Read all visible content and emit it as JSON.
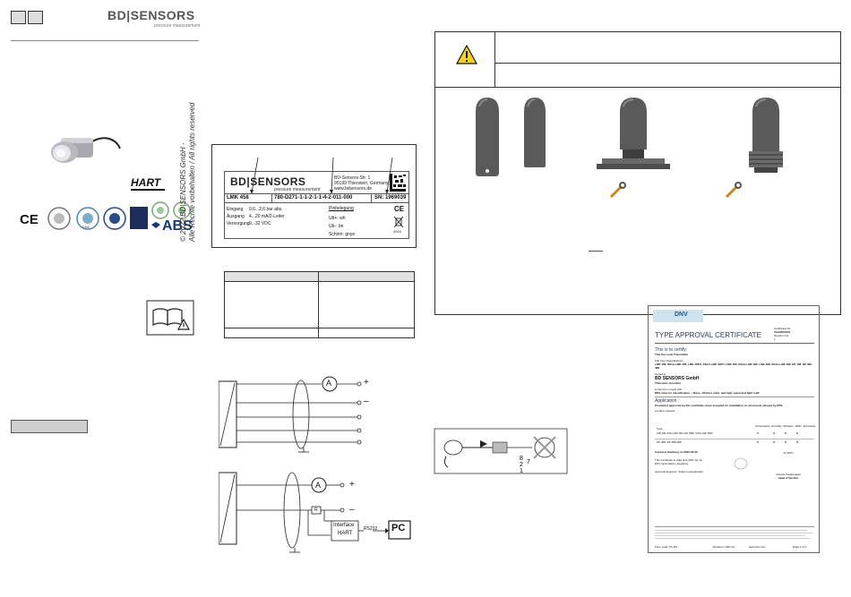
{
  "brand": {
    "name": "BD|SENSORS",
    "tagline": "pressure measurement"
  },
  "copyright": {
    "line1": "© 2022 BD|SENSORS GmbH -",
    "line2": "Alle Rechte vorbehalten / All rights reserved"
  },
  "logos": {
    "hart": "HART",
    "abs": "ABS",
    "dnv": "DNV"
  },
  "nameplate": {
    "brand": "BD|SENSORS",
    "tagline": "pressure measurement",
    "address": [
      "BD-Sensors-Str. 1",
      "95199 Thierstein, Germany",
      "www.bdsensors.de"
    ],
    "model": "LMK 458",
    "code": "780-D271-1-1-2-1-1-4-2-011-000",
    "serial": "SN: 1969039",
    "rows": [
      {
        "label": "Eingang",
        "value": "0,6...2,6 bar abs."
      },
      {
        "label": "Ausgang",
        "value": "4...20 mA/2-Leiter"
      },
      {
        "label": "Versorgung",
        "value": "9...32 VDC"
      }
    ],
    "pin_header": "Pinbelegung",
    "pins": [
      "Ub+: wh",
      "Ub-: bn",
      "Schirm: gnye"
    ],
    "year": "2010"
  },
  "wiring": {
    "top_signs": [
      "+",
      "–"
    ],
    "bottom_signs": [
      "+",
      "–"
    ],
    "meter": "A",
    "resistor": "R",
    "interface_line1": "Interface",
    "interface_line2": "HART",
    "rs232": "RS232",
    "pc": "PC"
  },
  "certificate": {
    "logo": "DNV",
    "title": "TYPE APPROVAL CERTIFICATE",
    "cert_no_label": "Certificate No:",
    "cert_no": "TAA00001XX",
    "revision_label": "Revision No:",
    "revision": "1",
    "certify": "This is to certify:",
    "product": "That the Level Transmitter",
    "designation_label": "with type designation(s)",
    "designation": "LMK 458, DS1A-LMK 458, LMK 458Ti, DS1A-LMK 458Ti, LMK 486, DS1A-LMK 486, LMK 488, DS1A-LMK 488, DP 458, DP 486-488",
    "issued_label": "Issued to",
    "issued_to": "BD SENSORS GmbH",
    "issued_city": "Thierstein, Germany",
    "comply": "is found to comply with",
    "comply_rules": "DNV rules for classification – Ships, offshore units, and high speed and light craft",
    "application_title": "Application :",
    "application_text": "Product(s) approved by this certificate is/are accepted for installation on all vessels classed by DNV",
    "location_label": "Location classes:",
    "table_head": [
      "Type",
      "Temperature",
      "Humidity",
      "Vibration",
      "EMC",
      "Enclosure"
    ],
    "table_rows": [
      {
        "type": "LMK 458, DS1A-LMK 458, LMK 458Ti, DS1A-LMK 458Ti",
        "vals": [
          "D",
          "B",
          "B",
          "B",
          "-"
        ]
      },
      {
        "type": "DP 458, DP 486-488",
        "vals": [
          "B",
          "B",
          "B",
          "B",
          "-"
        ]
      }
    ],
    "issued_at": "Issued at Hamburg on 2022-05-20",
    "valid_until": "This Certificate is valid until 2027-12-14.",
    "local_station": "DNV local station: Augsburg",
    "approval_engineer": "Approval Engineer: Zoltan Lewandowski",
    "for_dnv": "for DNV",
    "signer": "Joannis Papanuskas",
    "signer_role": "Head of Section",
    "footer_left": "Form code: TA 251",
    "footer_mid": "Revision: 2021-12",
    "footer_site": "www.dnv.com",
    "footer_page": "Page 1 of 2"
  }
}
